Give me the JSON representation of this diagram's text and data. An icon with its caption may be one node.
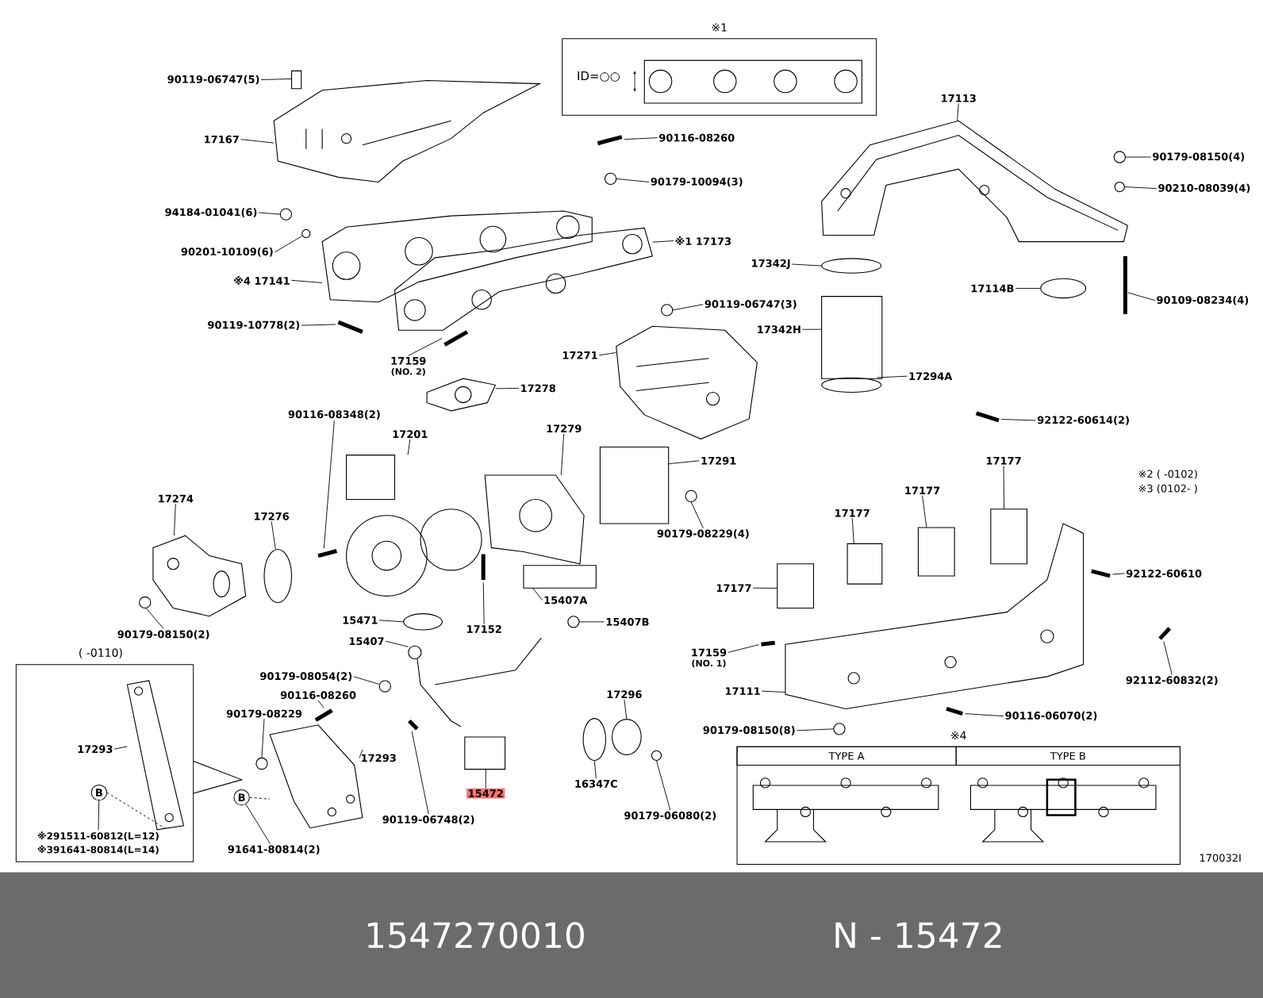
{
  "diagram": {
    "nodes": [
      {
        "text": [
          "90119-06747(5)"
        ]
      },
      {
        "text": [
          "17167"
        ]
      },
      {
        "text": [
          "※1",
          "ID=○○"
        ]
      },
      {
        "text": [
          "90116-08260"
        ]
      },
      {
        "text": [
          "17113"
        ]
      },
      {
        "text": [
          "90179-08150(4)"
        ]
      },
      {
        "text": [
          "90179-10094(3)"
        ]
      },
      {
        "text": [
          "90210-08039(4)"
        ]
      },
      {
        "text": [
          "94184-01041(6)"
        ]
      },
      {
        "text": [
          "※1 17173"
        ]
      },
      {
        "text": [
          "90201-10109(6)"
        ]
      },
      {
        "text": [
          "17342J"
        ]
      },
      {
        "text": [
          "※4 17141"
        ]
      },
      {
        "text": [
          "17114B"
        ]
      },
      {
        "text": [
          "90109-08234(4)"
        ]
      },
      {
        "text": [
          "90119-06747(3)"
        ]
      },
      {
        "text": [
          "90119-10778(2)"
        ]
      },
      {
        "text": [
          "17342H"
        ]
      },
      {
        "text": [
          "17271"
        ]
      },
      {
        "text": [
          "17159"
        ],
        "beside": [
          "(NO. 2)"
        ]
      },
      {
        "text": [
          "17294A"
        ]
      },
      {
        "text": [
          "17278"
        ]
      },
      {
        "text": [
          "90116-08348(2)"
        ]
      },
      {
        "text": [
          "92122-60614(2)"
        ]
      },
      {
        "text": [
          "17201"
        ]
      },
      {
        "text": [
          "17279"
        ]
      },
      {
        "text": [
          "17291"
        ]
      },
      {
        "text": [
          "17177"
        ]
      },
      {
        "text": [
          "17274"
        ]
      },
      {
        "text": [
          "17177"
        ]
      },
      {
        "text": [
          "17276"
        ]
      },
      {
        "text": [
          "17177"
        ]
      },
      {
        "text": [
          "90179-08229(4)"
        ]
      },
      {
        "text": [
          "92122-60610"
        ]
      },
      {
        "text": [
          "17177"
        ]
      },
      {
        "text": [
          "15407A"
        ]
      },
      {
        "text": [
          "15471"
        ]
      },
      {
        "text": [
          "15407B"
        ]
      },
      {
        "text": [
          "17152"
        ]
      },
      {
        "text": [
          "90179-08150(2)"
        ]
      },
      {
        "text": [
          "15407"
        ]
      },
      {
        "text": [
          "( -0110)"
        ]
      },
      {
        "text": [
          "17293"
        ],
        "in": 41
      },
      {
        "text": [
          "B"
        ],
        "in": 41
      },
      {
        "text": [
          "※291511-60812(L=12)"
        ],
        "in": 41
      },
      {
        "text": [
          "※391641-80814(L=14)"
        ],
        "in": 41
      },
      {
        "text": [
          "17159"
        ],
        "beside": [
          "(NO. 1)"
        ]
      },
      {
        "text": [
          "90179-08054(2)"
        ]
      },
      {
        "text": [
          "17111"
        ]
      },
      {
        "text": [
          "92112-60832(2)"
        ]
      },
      {
        "text": [
          "17296"
        ]
      },
      {
        "text": [
          "90116-08260"
        ]
      },
      {
        "text": [
          "90179-08229"
        ]
      },
      {
        "text": [
          "90116-06070(2)"
        ]
      },
      {
        "text": [
          "90179-08150(8)"
        ]
      },
      {
        "text": [
          "17293"
        ]
      },
      {
        "text": [
          "15472"
        ]
      },
      {
        "text": [
          "16347C"
        ]
      },
      {
        "text": [
          "※4"
        ]
      },
      {
        "text": [
          "TYPE A"
        ],
        "in": 58
      },
      {
        "text": [
          "TYPE B"
        ],
        "in": 58
      },
      {
        "text": [
          "B"
        ]
      },
      {
        "text": [
          "90119-06748(2)"
        ]
      },
      {
        "text": [
          "90179-06080(2)"
        ]
      },
      {
        "text": [
          "91641-80814(2)"
        ]
      },
      {
        "text": [
          "1547270010",
          "N - 15472"
        ]
      },
      {
        "text": [],
        "shape": "box"
      },
      {
        "text": [],
        "shape": "picture"
      },
      {
        "text": [],
        "shape": "bar"
      },
      {
        "text": [],
        "shape": "picture"
      },
      {
        "text": [],
        "shape": "circle"
      },
      {
        "text": [],
        "shape": "circle"
      },
      {
        "text": [],
        "shape": "circle"
      },
      {
        "text": [],
        "shape": "circle"
      },
      {
        "text": [],
        "shape": "picture"
      },
      {
        "text": [],
        "shape": "circle"
      },
      {
        "text": [],
        "shape": "circle"
      },
      {
        "text": [],
        "shape": "picture"
      },
      {
        "text": [],
        "shape": "circle"
      },
      {
        "text": [],
        "shape": "bar"
      },
      {
        "text": [],
        "shape": "circle"
      },
      {
        "text": [],
        "shape": "bar"
      },
      {
        "text": [],
        "shape": "box"
      },
      {
        "text": [],
        "shape": "picture"
      },
      {
        "text": [],
        "shape": "bar"
      },
      {
        "text": [],
        "shape": "circle"
      },
      {
        "text": [],
        "shape": "picture"
      },
      {
        "text": [],
        "shape": "bar"
      },
      {
        "text": [],
        "shape": "bar"
      },
      {
        "text": [],
        "shape": "picture"
      },
      {
        "text": [],
        "shape": "picture"
      },
      {
        "text": [],
        "shape": "box"
      },
      {
        "text": [],
        "shape": "box"
      },
      {
        "text": [],
        "shape": "picture"
      },
      {
        "text": [],
        "shape": "box"
      },
      {
        "text": [],
        "shape": "circle"
      },
      {
        "text": [],
        "shape": "box"
      },
      {
        "text": [],
        "shape": "circle"
      },
      {
        "text": [],
        "shape": "bar"
      },
      {
        "text": [],
        "shape": "box"
      },
      {
        "text": [],
        "shape": "box"
      },
      {
        "text": [],
        "shape": "circle"
      },
      {
        "text": [],
        "shape": "circle"
      },
      {
        "text": [],
        "shape": "bar"
      },
      {
        "text": [],
        "shape": "circle"
      },
      {
        "text": [],
        "shape": "picture"
      },
      {
        "text": [],
        "shape": "picture",
        "in": 41
      },
      {
        "text": [],
        "shape": "bar"
      },
      {
        "text": [],
        "shape": "circle"
      },
      {
        "text": [],
        "shape": "picture"
      },
      {
        "text": [],
        "shape": "bar"
      },
      {
        "text": [],
        "shape": "circle"
      },
      {
        "text": [],
        "shape": "bar"
      },
      {
        "text": [],
        "shape": "circle"
      },
      {
        "text": [],
        "shape": "bar"
      },
      {
        "text": [],
        "shape": "circle"
      },
      {
        "text": [],
        "shape": "picture"
      },
      {
        "text": [],
        "shape": "box"
      },
      {
        "text": [],
        "shape": "circle"
      },
      {
        "text": [],
        "shape": "bar"
      },
      {
        "text": [],
        "shape": "circle"
      }
    ],
    "edges": [
      {
        "from": 0,
        "to": 66,
        "arrow": "none"
      },
      {
        "from": 1,
        "to": 67,
        "arrow": "none"
      },
      {
        "from": 3,
        "to": 68,
        "arrow": "none"
      },
      {
        "from": 4,
        "to": 69,
        "arrow": "none"
      },
      {
        "from": 5,
        "to": 70,
        "arrow": "none"
      },
      {
        "from": 6,
        "to": 71,
        "arrow": "none"
      },
      {
        "from": 7,
        "to": 72,
        "arrow": "none"
      },
      {
        "from": 8,
        "to": 73,
        "arrow": "none"
      },
      {
        "from": 9,
        "to": 74,
        "arrow": "none"
      },
      {
        "from": 10,
        "to": 75,
        "arrow": "none"
      },
      {
        "from": 11,
        "to": 76,
        "arrow": "none"
      },
      {
        "from": 12,
        "to": 77,
        "arrow": "none"
      },
      {
        "from": 13,
        "to": 78,
        "arrow": "none"
      },
      {
        "from": 14,
        "to": 79,
        "arrow": "none"
      },
      {
        "from": 15,
        "to": 80,
        "arrow": "none"
      },
      {
        "from": 16,
        "to": 81,
        "arrow": "none"
      },
      {
        "from": 17,
        "to": 82,
        "arrow": "none"
      },
      {
        "from": 18,
        "to": 83,
        "arrow": "none"
      },
      {
        "from": 19,
        "to": 84,
        "arrow": "none"
      },
      {
        "from": 20,
        "to": 85,
        "arrow": "none"
      },
      {
        "from": 21,
        "to": 86,
        "arrow": "none"
      },
      {
        "from": 22,
        "to": 87,
        "arrow": "none"
      },
      {
        "from": 23,
        "to": 88,
        "arrow": "none"
      },
      {
        "from": 24,
        "to": 89,
        "arrow": "none"
      },
      {
        "from": 25,
        "to": 90,
        "arrow": "none"
      },
      {
        "from": 26,
        "to": 91,
        "arrow": "none"
      },
      {
        "from": 27,
        "to": 92,
        "arrow": "none"
      },
      {
        "from": 28,
        "to": 93,
        "arrow": "none"
      },
      {
        "from": 29,
        "to": 94,
        "arrow": "none"
      },
      {
        "from": 30,
        "to": 95,
        "arrow": "none"
      },
      {
        "from": 31,
        "to": 96,
        "arrow": "none"
      },
      {
        "from": 32,
        "to": 97,
        "arrow": "none"
      },
      {
        "from": 33,
        "to": 98,
        "arrow": "none"
      },
      {
        "from": 34,
        "to": 99,
        "arrow": "none"
      },
      {
        "from": 35,
        "to": 100,
        "arrow": "none"
      },
      {
        "from": 36,
        "to": 101,
        "arrow": "none"
      },
      {
        "from": 37,
        "to": 102,
        "arrow": "none"
      },
      {
        "from": 38,
        "to": 103,
        "arrow": "none"
      },
      {
        "from": 39,
        "to": 104,
        "arrow": "none"
      },
      {
        "from": 40,
        "to": 105,
        "arrow": "none"
      },
      {
        "from": 42,
        "to": 106,
        "arrow": "none"
      },
      {
        "from": 43,
        "to": 44,
        "arrow": "none"
      },
      {
        "from": 43,
        "to": 106,
        "arrow": "none",
        "style": "dashed"
      },
      {
        "from": 46,
        "to": 107,
        "arrow": "none"
      },
      {
        "from": 47,
        "to": 108,
        "arrow": "none"
      },
      {
        "from": 48,
        "to": 109,
        "arrow": "none"
      },
      {
        "from": 49,
        "to": 110,
        "arrow": "none"
      },
      {
        "from": 50,
        "to": 111,
        "arrow": "none"
      },
      {
        "from": 51,
        "to": 112,
        "arrow": "none"
      },
      {
        "from": 52,
        "to": 113,
        "arrow": "none"
      },
      {
        "from": 53,
        "to": 114,
        "arrow": "none"
      },
      {
        "from": 54,
        "to": 115,
        "arrow": "none"
      },
      {
        "from": 55,
        "to": 116,
        "arrow": "none"
      },
      {
        "from": 56,
        "to": 117,
        "arrow": "none"
      },
      {
        "from": 57,
        "to": 118,
        "arrow": "none"
      },
      {
        "from": 62,
        "to": 119,
        "arrow": "none"
      },
      {
        "from": 63,
        "to": 120,
        "arrow": "none"
      },
      {
        "from": 61,
        "to": 64,
        "arrow": "none"
      },
      {
        "from": 61,
        "to": 116,
        "arrow": "none",
        "style": "dashed"
      }
    ],
    "labels": [
      "※2 ( -0102)",
      "※3 (0102- )",
      "170032I"
    ]
  }
}
